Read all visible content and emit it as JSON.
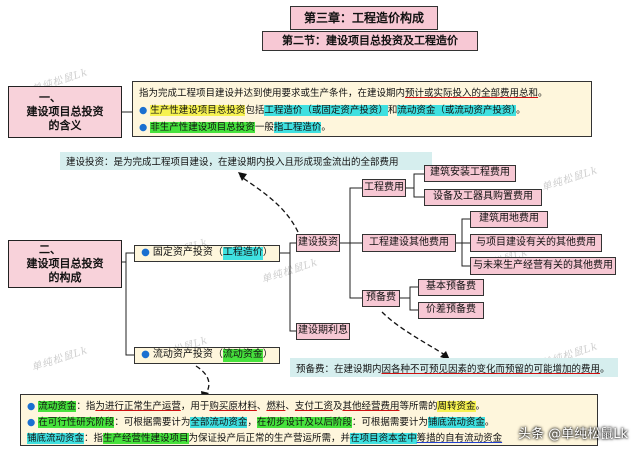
{
  "titles": {
    "chapter": "第三章：工程造价构成",
    "section": "第二节：建设项目总投资及工程造价"
  },
  "watermark": "单纯松鼠Lk",
  "credit": "头条 @单纯松鼠Lk",
  "part1": {
    "heading_num": "一、",
    "heading": "建设项目总投资的含义",
    "line1": {
      "a": "指为完成工程项目建设并达到使用要求或生产条件，在建设期内",
      "b": "预计或实际投入的全部费用总和",
      "c": "。"
    },
    "line2": {
      "a": "生产性建设项目总投资",
      "b": "包括",
      "c": "工程造价（或固定资产投资）",
      "d": "和",
      "e": "流动资金（或流动资产投资）",
      "f": "。"
    },
    "line3": {
      "a": "非生产性建设项目总投资",
      "b": "一般",
      "c": "指工程造价",
      "d": "。"
    }
  },
  "part2": {
    "heading_num": "二、",
    "heading": "建设项目总投资的构成",
    "fixed_asset": {
      "a": "固定资产投资（",
      "b": "工程造价",
      "c": "）"
    },
    "current_asset": {
      "a": "流动资产投资（",
      "b": "流动资金",
      "c": "）"
    },
    "construction_investment": "建设投资",
    "construction_interest": "建设期利息",
    "engineering_cost": "工程费用",
    "other_cost": "工程建设其他费用",
    "reserve": "预备费",
    "building_install": "建筑安装工程费用",
    "equipment": "设备及工器具购置费用",
    "land": "建筑用地费用",
    "related": "与项目建设有关的其他费用",
    "future": "与未来生产经营有关的其他费用",
    "basic_reserve": "基本预备费",
    "price_reserve": "价差预备费"
  },
  "notes": {
    "construction_investment": "建设投资：是为完成工程项目建设，在建设期内投入且形成现金流出的全部费用",
    "reserve": {
      "a": "预备费",
      "b": "：在建设期内",
      "c": "因各种不可预见因素的变化而",
      "d": "预留的可能增加的费用",
      "e": "。"
    }
  },
  "current_capital": {
    "line1": {
      "a": "流动资金",
      "b": "：指",
      "c": "为进行正常生产运营",
      "d": "，用于",
      "e": "购买原材料",
      "f": "、",
      "g": "燃料",
      "h": "、",
      "i": "支付工资",
      "j": "及",
      "k": "其他经营费用",
      "l": "等所需的",
      "m": "周转资金",
      "n": "。"
    },
    "line2": {
      "a": "在可行性研究阶段",
      "b": "：可根据需要计为",
      "c": "全部流动资金",
      "d": "，",
      "e": "在初步设计及以后阶段",
      "f": "：可根据需要计为",
      "g": "铺底流动资金",
      "h": "。"
    },
    "line3": {
      "a": "铺底流动资金",
      "b": "：指",
      "c": "生产经营性建设项目",
      "d": "为保证投产后正常的生产营运所需，并",
      "e": "在项目资本金中",
      "f": "筹措的自有流动资金"
    }
  }
}
